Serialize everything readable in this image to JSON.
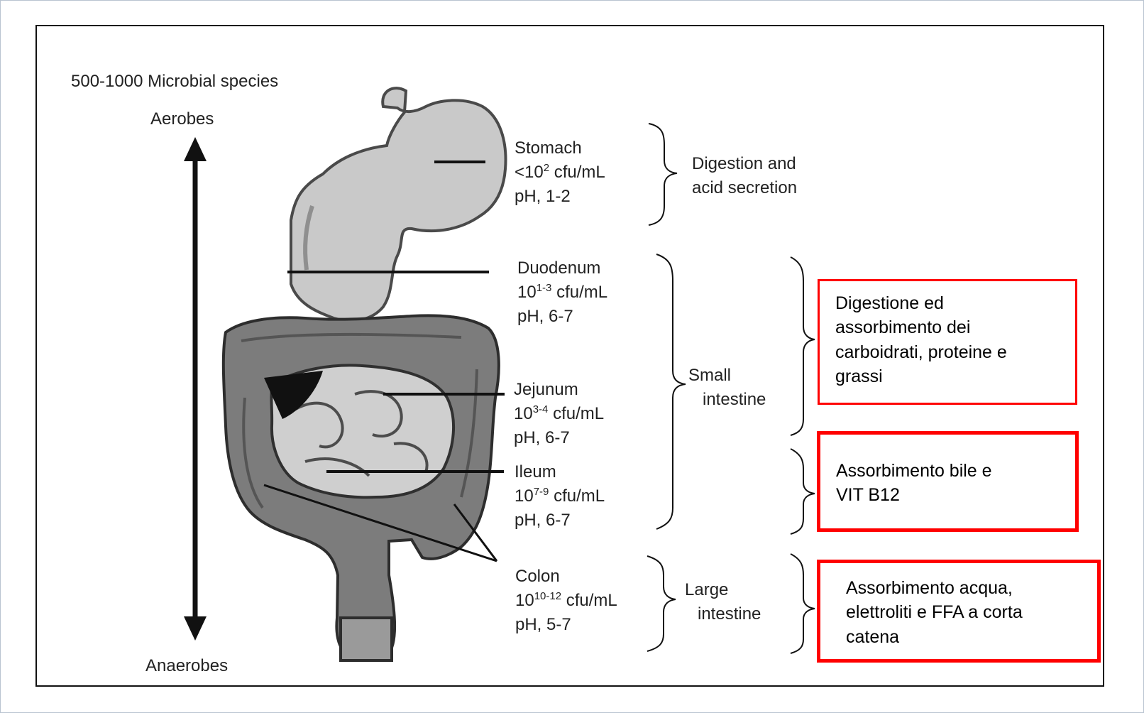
{
  "diagram": {
    "header": "500-1000 Microbial species",
    "axis": {
      "top": "Aerobes",
      "bottom": "Anaerobes"
    },
    "segments": [
      {
        "name": "Stomach",
        "count_base": "<10",
        "count_exp": "2",
        "count_unit": "cfu/mL",
        "ph": "pH, 1-2"
      },
      {
        "name": "Duodenum",
        "count_base": "10",
        "count_exp": "1-3",
        "count_unit": "cfu/mL",
        "ph": "pH, 6-7"
      },
      {
        "name": "Jejunum",
        "count_base": "10",
        "count_exp": "3-4",
        "count_unit": "cfu/mL",
        "ph": "pH, 6-7"
      },
      {
        "name": "Ileum",
        "count_base": "10",
        "count_exp": "7-9",
        "count_unit": "cfu/mL",
        "ph": "pH, 6-7"
      },
      {
        "name": "Colon",
        "count_base": "10",
        "count_exp": "10-12",
        "count_unit": "cfu/mL",
        "ph": "pH, 5-7"
      }
    ],
    "groups": {
      "stomach_function": [
        "Digestion and",
        "acid secretion"
      ],
      "small_intestine": [
        "Small",
        "intestine"
      ],
      "large_intestine": [
        "Large",
        "intestine"
      ]
    }
  },
  "annotations": [
    {
      "lines": [
        "Digestione ed",
        "assorbimento dei",
        "carboidrati, proteine e",
        "grassi"
      ]
    },
    {
      "lines": [
        "Assorbimento bile e",
        "VIT B12"
      ]
    },
    {
      "lines": [
        "Assorbimento acqua,",
        "elettroliti e FFA a corta",
        "catena"
      ]
    }
  ],
  "colors": {
    "annotation_border": "#ff0000",
    "organ_gray": "#8a8a8a"
  }
}
